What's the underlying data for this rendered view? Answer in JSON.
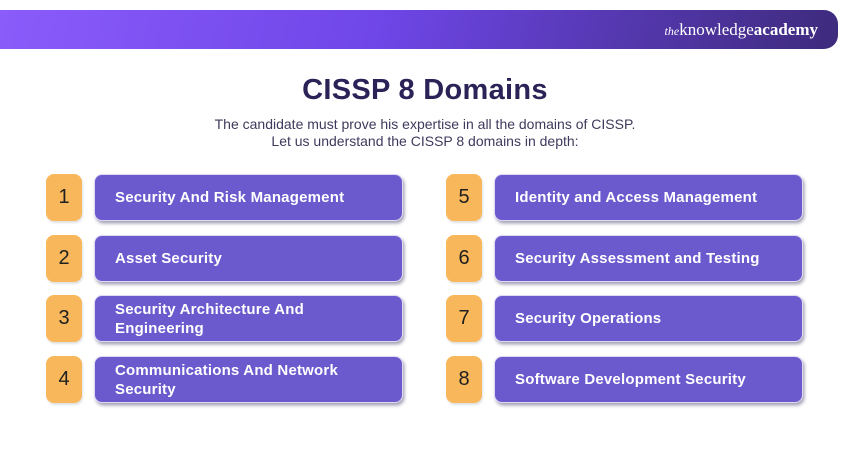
{
  "header": {
    "logo_the": "the",
    "logo_knowledge": "knowledge",
    "logo_academy": "academy"
  },
  "title": "CISSP 8 Domains",
  "subtitle_line1": "The candidate must prove his expertise in all the domains of CISSP.",
  "subtitle_line2": "Let us understand the CISSP 8 domains in depth:",
  "domains": [
    {
      "number": "1",
      "label": "Security And Risk Management"
    },
    {
      "number": "2",
      "label": "Asset Security"
    },
    {
      "number": "3",
      "label": "Security Architecture And Engineering"
    },
    {
      "number": "4",
      "label": "Communications And Network Security"
    },
    {
      "number": "5",
      "label": "Identity and Access Management"
    },
    {
      "number": "6",
      "label": "Security Assessment and Testing"
    },
    {
      "number": "7",
      "label": "Security Operations"
    },
    {
      "number": "8",
      "label": "Software Development Security"
    }
  ],
  "colors": {
    "header_gradient_start": "#8a5cfa",
    "header_gradient_mid": "#6f46e8",
    "header_gradient_end": "#3d2b7c",
    "bar_purple": "#6b59ce",
    "badge_orange": "#f8b75a",
    "title_color": "#2b2357",
    "subtitle_color": "#3e3a5c"
  }
}
